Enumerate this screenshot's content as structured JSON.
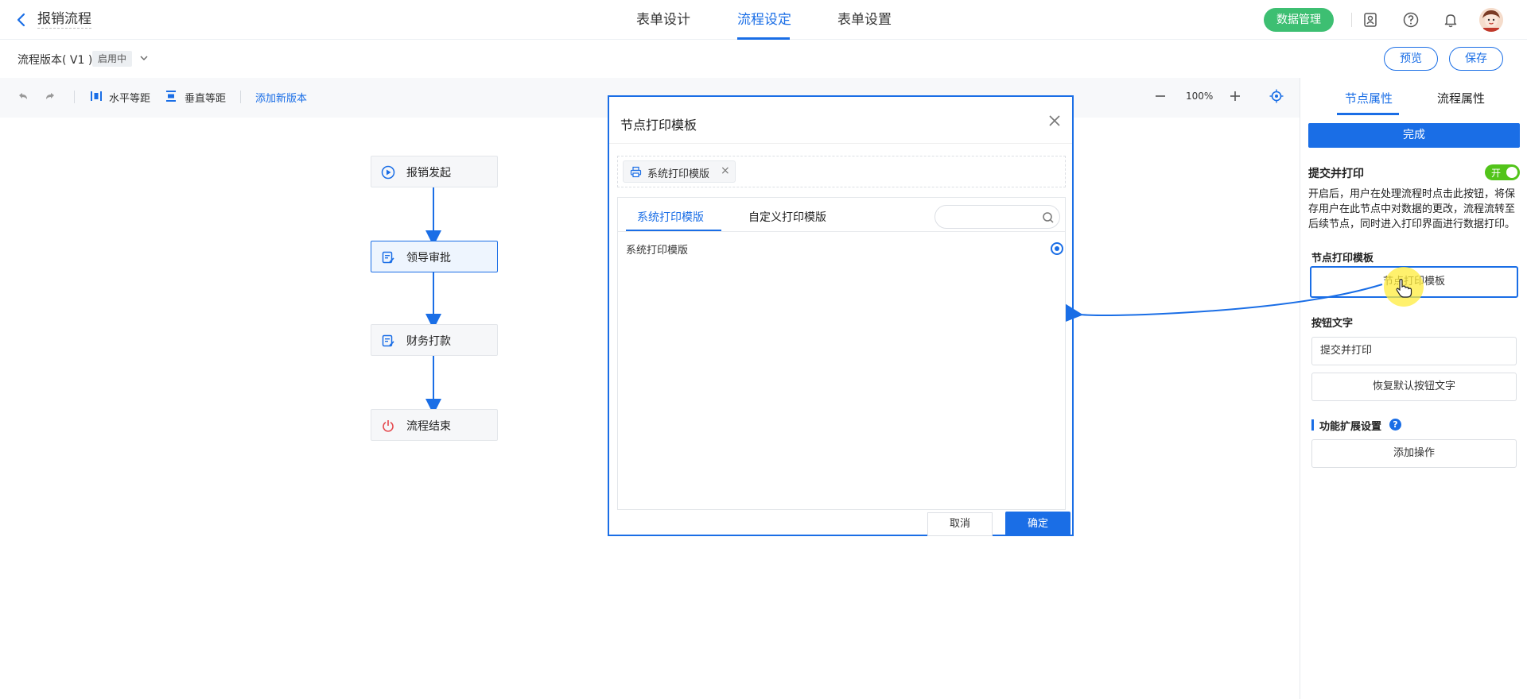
{
  "header": {
    "title": "报销流程",
    "tabs": [
      {
        "label": "表单设计",
        "active": false
      },
      {
        "label": "流程设定",
        "active": true
      },
      {
        "label": "表单设置",
        "active": false
      }
    ],
    "data_button": "数据管理",
    "icons": [
      "contacts-icon",
      "help-icon",
      "bell-icon",
      "avatar"
    ]
  },
  "version_bar": {
    "label": "流程版本( V1 )",
    "badge": "启用中",
    "preview": "预览",
    "save": "保存"
  },
  "toolbar": {
    "horizontal": "水平等距",
    "vertical": "垂直等距",
    "add_version": "添加新版本",
    "zoom": "100%"
  },
  "flow": {
    "nodes": [
      {
        "label": "报销发起",
        "icon": "play-icon"
      },
      {
        "label": "领导审批",
        "icon": "edit-doc-icon",
        "selected": true
      },
      {
        "label": "财务打款",
        "icon": "edit-doc-icon"
      },
      {
        "label": "流程结束",
        "icon": "power-icon"
      }
    ]
  },
  "modal": {
    "title": "节点打印模板",
    "tag": "系统打印模版",
    "tabs": [
      {
        "label": "系统打印模版",
        "active": true
      },
      {
        "label": "自定义打印模版",
        "active": false
      }
    ],
    "search_placeholder": "",
    "items": [
      {
        "label": "系统打印模版",
        "selected": true
      }
    ],
    "cancel": "取消",
    "ok": "确定"
  },
  "panel": {
    "tabs": [
      {
        "label": "节点属性",
        "active": true
      },
      {
        "label": "流程属性",
        "active": false
      }
    ],
    "done": "完成",
    "submit_print_heading": "提交并打印",
    "toggle_text": "开",
    "toggle_on": true,
    "description": "开启后，用户在处理流程时点击此按钮，将保存用户在此节点中对数据的更改，流程流转至后续节点，同时进入打印界面进行数据打印。",
    "template_heading": "节点打印模板",
    "template_button": "节点打印模板",
    "button_text_heading": "按钮文字",
    "button_text_value": "提交并打印",
    "restore_button": "恢复默认按钮文字",
    "extension_heading": "功能扩展设置",
    "add_action": "添加操作"
  },
  "colors": {
    "accent": "#1a6ee6",
    "green": "#3dbf72",
    "toggle": "#52c41a",
    "cursor_highlight": "#ffec3c"
  }
}
